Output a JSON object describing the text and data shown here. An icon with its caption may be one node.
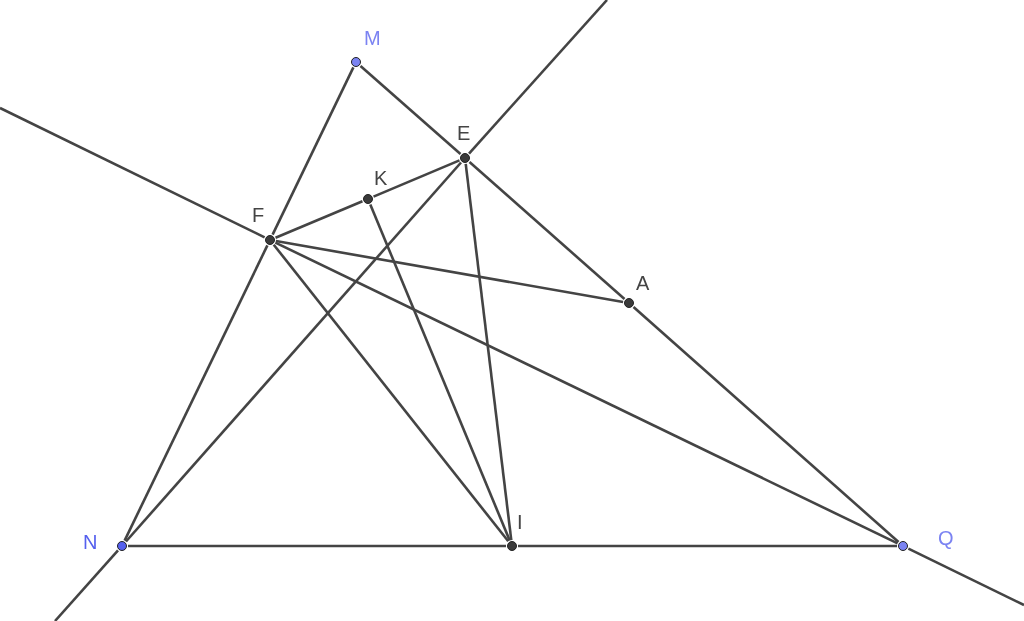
{
  "diagram": {
    "nodes": [
      {
        "text": [],
        "shape": "circle",
        "beside": [
          "M"
        ]
      },
      {
        "text": [],
        "shape": "circle",
        "beside": [
          "E"
        ]
      },
      {
        "text": [],
        "shape": "circle",
        "beside": [
          "K"
        ]
      },
      {
        "text": [],
        "shape": "circle",
        "beside": [
          "F"
        ]
      },
      {
        "text": [],
        "shape": "circle",
        "beside": [
          "A"
        ]
      },
      {
        "text": [],
        "shape": "circle",
        "beside": [
          "N"
        ]
      },
      {
        "text": [],
        "shape": "circle",
        "beside": [
          "I"
        ]
      },
      {
        "text": [],
        "shape": "circle",
        "beside": [
          "Q"
        ]
      }
    ],
    "edges": [
      {
        "from": 0,
        "to": 3,
        "arrow": "none"
      },
      {
        "from": 3,
        "to": 5,
        "arrow": "none"
      },
      {
        "from": 0,
        "to": 1,
        "arrow": "none"
      },
      {
        "from": 1,
        "to": 4,
        "arrow": "none"
      },
      {
        "from": 4,
        "to": 7,
        "arrow": "none"
      },
      {
        "from": 5,
        "to": 6,
        "arrow": "none"
      },
      {
        "from": 6,
        "to": 7,
        "arrow": "none"
      },
      {
        "from": 5,
        "to": 1,
        "arrow": "none"
      },
      {
        "from": 3,
        "to": 7,
        "arrow": "none"
      },
      {
        "from": 3,
        "to": 2,
        "arrow": "none"
      },
      {
        "from": 2,
        "to": 1,
        "arrow": "none"
      },
      {
        "from": 3,
        "to": 4,
        "arrow": "none"
      },
      {
        "from": 3,
        "to": 6,
        "arrow": "none"
      },
      {
        "from": 2,
        "to": 6,
        "arrow": "none"
      },
      {
        "from": 1,
        "to": 6,
        "arrow": "none"
      },
      {
        "from": null,
        "to": 5,
        "arrow": "none"
      },
      {
        "from": 1,
        "to": null,
        "arrow": "none"
      },
      {
        "from": null,
        "to": 3,
        "arrow": "none"
      },
      {
        "from": 7,
        "to": null,
        "arrow": "none"
      }
    ]
  }
}
